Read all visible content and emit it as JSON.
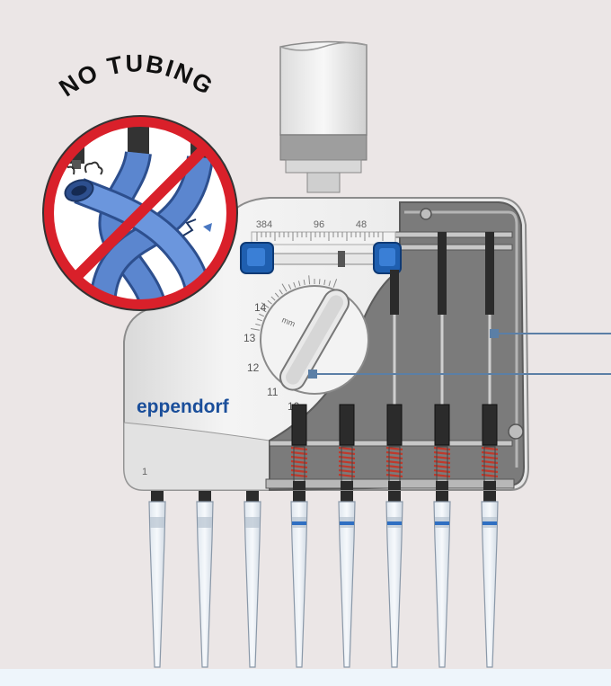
{
  "warning": {
    "title": "NO TUBING"
  },
  "brand": {
    "logo_text": "eppendorf"
  },
  "scale": {
    "labels": [
      "384",
      "96",
      "48"
    ]
  },
  "dial": {
    "numbers": [
      "14",
      "13",
      "12",
      "11",
      "10"
    ],
    "unit": "mm"
  },
  "channel": {
    "first_label": "1"
  },
  "colors": {
    "background": "#ebe6e6",
    "no_sign_red": "#d9202a",
    "tubing_blue": "#4a78c2",
    "button_blue": "#1f5fb0",
    "housing_grey": "#7b7b7b",
    "brand_blue": "#1a4e9a",
    "spring_red": "#c0392b",
    "callout_line": "#5b7fa6"
  }
}
